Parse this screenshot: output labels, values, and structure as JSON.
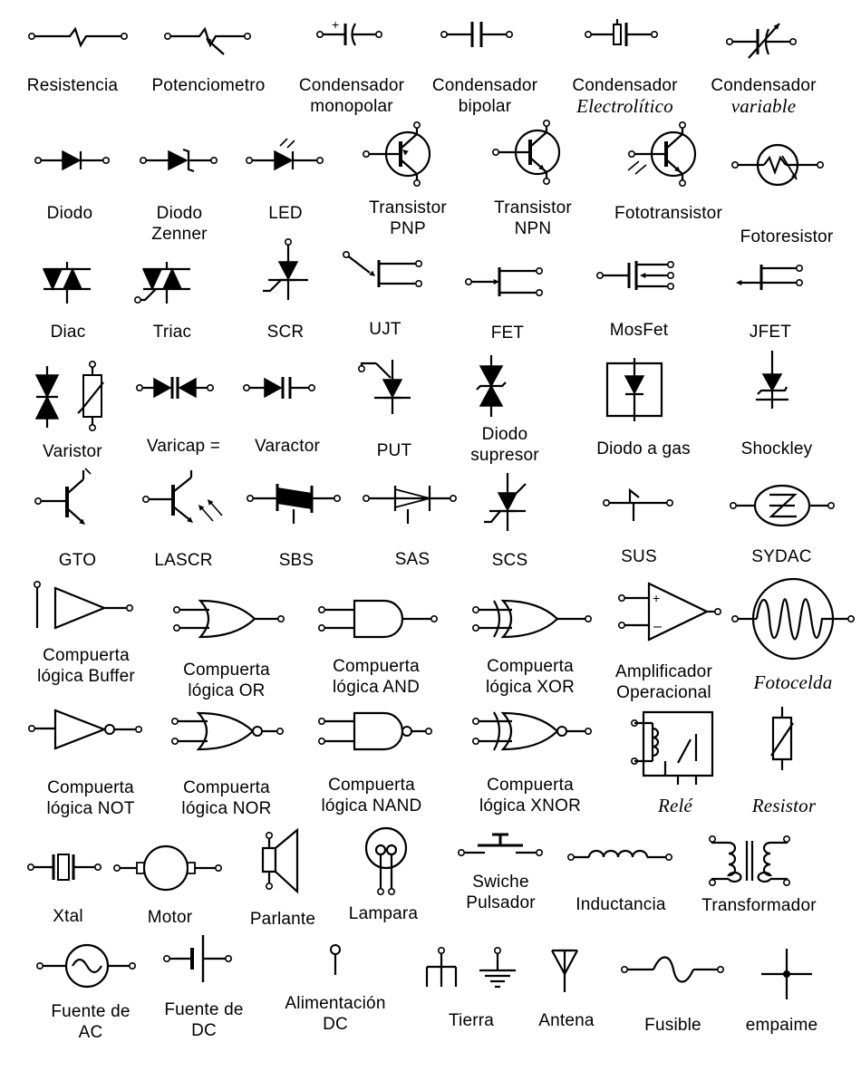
{
  "symbols": [
    {
      "id": "resistencia",
      "lines": [
        "Resistencia"
      ],
      "italic": false
    },
    {
      "id": "potenciometro",
      "lines": [
        "Potenciometro"
      ],
      "italic": false
    },
    {
      "id": "condensador-monopolar",
      "lines": [
        "Condensador",
        "monopolar"
      ],
      "italic": false
    },
    {
      "id": "condensador-bipolar",
      "lines": [
        "Condensador",
        "bipolar"
      ],
      "italic": false
    },
    {
      "id": "condensador-electrolitico",
      "lines": [
        "Condensador",
        "Electrolítico"
      ],
      "italic": false
    },
    {
      "id": "condensador-variable",
      "lines": [
        "Condensador",
        "variable"
      ],
      "italic": false
    },
    {
      "id": "diodo",
      "lines": [
        "Diodo"
      ],
      "italic": false
    },
    {
      "id": "diodo-zenner",
      "lines": [
        "Diodo",
        "Zenner"
      ],
      "italic": false
    },
    {
      "id": "led",
      "lines": [
        "LED"
      ],
      "italic": false
    },
    {
      "id": "transistor-pnp",
      "lines": [
        "Transistor",
        "PNP"
      ],
      "italic": false
    },
    {
      "id": "transistor-npn",
      "lines": [
        "Transistor",
        "NPN"
      ],
      "italic": false
    },
    {
      "id": "fototransistor",
      "lines": [
        "Fototransistor"
      ],
      "italic": false
    },
    {
      "id": "fotoresistor",
      "lines": [
        "Fotoresistor"
      ],
      "italic": false
    },
    {
      "id": "diac",
      "lines": [
        "Diac"
      ],
      "italic": false
    },
    {
      "id": "triac",
      "lines": [
        "Triac"
      ],
      "italic": false
    },
    {
      "id": "scr",
      "lines": [
        "SCR"
      ],
      "italic": false
    },
    {
      "id": "ujt",
      "lines": [
        "UJT"
      ],
      "italic": false
    },
    {
      "id": "fet",
      "lines": [
        "FET"
      ],
      "italic": false
    },
    {
      "id": "mosfet",
      "lines": [
        "MosFet"
      ],
      "italic": false
    },
    {
      "id": "jfet",
      "lines": [
        "JFET"
      ],
      "italic": false
    },
    {
      "id": "varistor",
      "lines": [
        "Varistor"
      ],
      "italic": false
    },
    {
      "id": "varicap",
      "lines": [
        "Varicap ="
      ],
      "italic": false
    },
    {
      "id": "varactor",
      "lines": [
        "Varactor"
      ],
      "italic": false
    },
    {
      "id": "put",
      "lines": [
        "PUT"
      ],
      "italic": false
    },
    {
      "id": "diodo-supresor",
      "lines": [
        "Diodo",
        "supresor"
      ],
      "italic": false
    },
    {
      "id": "diodo-a-gas",
      "lines": [
        "Diodo a gas"
      ],
      "italic": false
    },
    {
      "id": "shockley",
      "lines": [
        "Shockley"
      ],
      "italic": false
    },
    {
      "id": "gto",
      "lines": [
        "GTO"
      ],
      "italic": false
    },
    {
      "id": "lascr",
      "lines": [
        "LASCR"
      ],
      "italic": false
    },
    {
      "id": "sbs",
      "lines": [
        "SBS"
      ],
      "italic": false
    },
    {
      "id": "sas",
      "lines": [
        "SAS"
      ],
      "italic": false
    },
    {
      "id": "scs",
      "lines": [
        "SCS"
      ],
      "italic": false
    },
    {
      "id": "sus",
      "lines": [
        "SUS"
      ],
      "italic": false
    },
    {
      "id": "sydac",
      "lines": [
        "SYDAC"
      ],
      "italic": false
    },
    {
      "id": "compuerta-buffer",
      "lines": [
        "Compuerta",
        "lógica Buffer"
      ],
      "italic": false
    },
    {
      "id": "compuerta-or",
      "lines": [
        "Compuerta",
        "lógica  OR"
      ],
      "italic": false
    },
    {
      "id": "compuerta-and",
      "lines": [
        "Compuerta",
        "lógica  AND"
      ],
      "italic": false
    },
    {
      "id": "compuerta-xor",
      "lines": [
        "Compuerta",
        "lógica XOR"
      ],
      "italic": false
    },
    {
      "id": "amplificador-operacional",
      "lines": [
        "Amplificador",
        "Operacional"
      ],
      "italic": false
    },
    {
      "id": "fotocelda",
      "lines": [
        "Fotocelda"
      ],
      "italic": true
    },
    {
      "id": "compuerta-not",
      "lines": [
        "Compuerta",
        "lógica NOT"
      ],
      "italic": false
    },
    {
      "id": "compuerta-nor",
      "lines": [
        "Compuerta",
        "lógica NOR"
      ],
      "italic": false
    },
    {
      "id": "compuerta-nand",
      "lines": [
        "Compuerta",
        "lógica NAND"
      ],
      "italic": false
    },
    {
      "id": "compuerta-xnor",
      "lines": [
        "Compuerta",
        "lógica XNOR"
      ],
      "italic": false
    },
    {
      "id": "rele",
      "lines": [
        "Relé"
      ],
      "italic": true
    },
    {
      "id": "resistor",
      "lines": [
        "Resistor"
      ],
      "italic": true
    },
    {
      "id": "xtal",
      "lines": [
        "Xtal"
      ],
      "italic": false
    },
    {
      "id": "motor",
      "lines": [
        "Motor"
      ],
      "italic": false
    },
    {
      "id": "parlante",
      "lines": [
        "Parlante"
      ],
      "italic": false
    },
    {
      "id": "lampara",
      "lines": [
        "Lampara"
      ],
      "italic": false
    },
    {
      "id": "swiche-pulsador",
      "lines": [
        "Swiche",
        "Pulsador"
      ],
      "italic": false
    },
    {
      "id": "inductancia",
      "lines": [
        "Inductancia"
      ],
      "italic": false
    },
    {
      "id": "transformador",
      "lines": [
        "Transformador"
      ],
      "italic": false
    },
    {
      "id": "fuente-ac",
      "lines": [
        "Fuente de",
        "AC"
      ],
      "italic": false
    },
    {
      "id": "fuente-dc",
      "lines": [
        "Fuente de",
        "DC"
      ],
      "italic": false
    },
    {
      "id": "alimentacion-dc",
      "lines": [
        "Alimentación",
        "DC"
      ],
      "italic": false
    },
    {
      "id": "tierra",
      "lines": [
        "Tierra"
      ],
      "italic": false
    },
    {
      "id": "antena",
      "lines": [
        "Antena"
      ],
      "italic": false
    },
    {
      "id": "fusible",
      "lines": [
        "Fusible"
      ],
      "italic": false
    },
    {
      "id": "empalme",
      "lines": [
        "empaime"
      ],
      "italic": false
    }
  ]
}
